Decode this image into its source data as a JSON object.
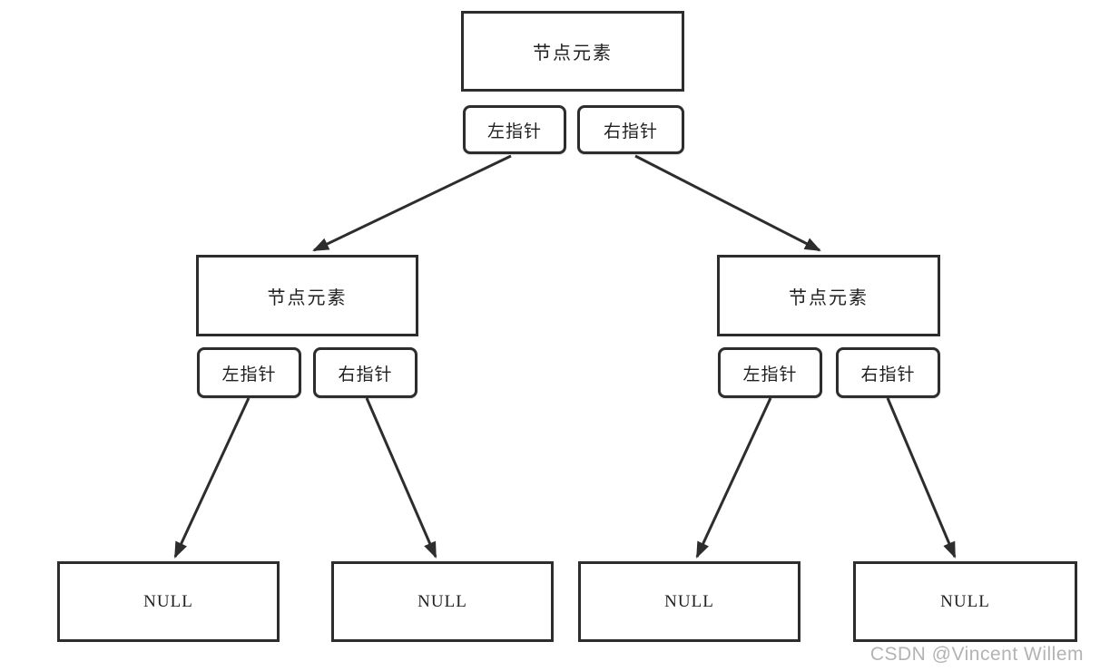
{
  "diagram": {
    "type": "binary-tree-node-structure",
    "nodes": {
      "root": {
        "label": "节点元素",
        "left_pointer": "左指针",
        "right_pointer": "右指针"
      },
      "left_child": {
        "label": "节点元素",
        "left_pointer": "左指针",
        "right_pointer": "右指针"
      },
      "right_child": {
        "label": "节点元素",
        "left_pointer": "左指针",
        "right_pointer": "右指针"
      }
    },
    "nulls": [
      "NULL",
      "NULL",
      "NULL",
      "NULL"
    ],
    "edges": [
      {
        "from": "root.left_pointer",
        "to": "left_child"
      },
      {
        "from": "root.right_pointer",
        "to": "right_child"
      },
      {
        "from": "left_child.left_pointer",
        "to": "null_1"
      },
      {
        "from": "left_child.right_pointer",
        "to": "null_2"
      },
      {
        "from": "right_child.left_pointer",
        "to": "null_3"
      },
      {
        "from": "right_child.right_pointer",
        "to": "null_4"
      }
    ],
    "colors": {
      "border": "#2d2d2d",
      "arrow": "#2d2d2d",
      "text": "#1f1f1f",
      "background": "#ffffff",
      "watermark": "#b3b3b3"
    }
  },
  "watermark": {
    "text": "CSDN @Vincent Willem"
  }
}
